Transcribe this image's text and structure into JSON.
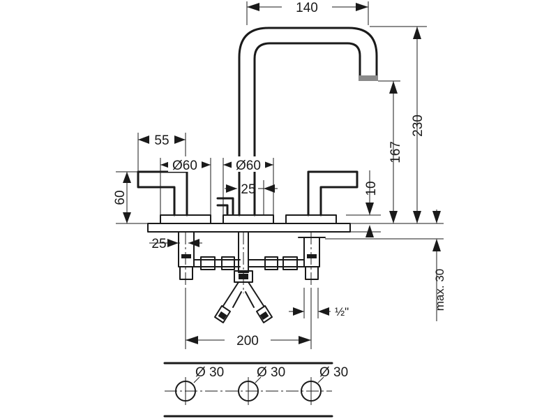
{
  "dimensions": {
    "spout_reach": "140",
    "total_height": "230",
    "spout_height": "167",
    "handle_offset": "55",
    "handle_rosette_dia": "Ø60",
    "spout_rosette_dia": "Ø60",
    "lift_rod_offset": "25",
    "handle_height": "60",
    "deck_thickness": "10",
    "valve_offset": "25",
    "max_deck": "max. 30",
    "connection": "½\"",
    "center_spacing": "200"
  },
  "holes": [
    "Ø 30",
    "Ø 30",
    "Ø 30"
  ]
}
